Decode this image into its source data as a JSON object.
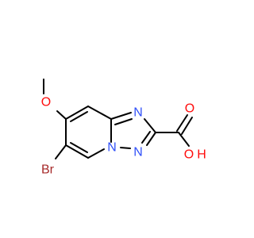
{
  "atoms": {
    "methoxy_o": {
      "label": "O",
      "color": "#ff0d0d"
    },
    "bromine": {
      "label": "Br",
      "color": "#a62929"
    },
    "n_bridge": {
      "label": "N",
      "color": "#3050f8"
    },
    "n_triazole_top": {
      "label": "N",
      "color": "#3050f8"
    },
    "n_triazole_bottom": {
      "label": "N",
      "color": "#3050f8"
    },
    "carbonyl_o": {
      "label": "O",
      "color": "#ff0d0d"
    },
    "hydroxyl_o": {
      "label": "O",
      "color": "#ff0d0d"
    },
    "hydroxyl_h": {
      "label": "H",
      "color": "#ff0d0d"
    }
  },
  "colors": {
    "bond": "#000000",
    "background": "#ffffff"
  }
}
